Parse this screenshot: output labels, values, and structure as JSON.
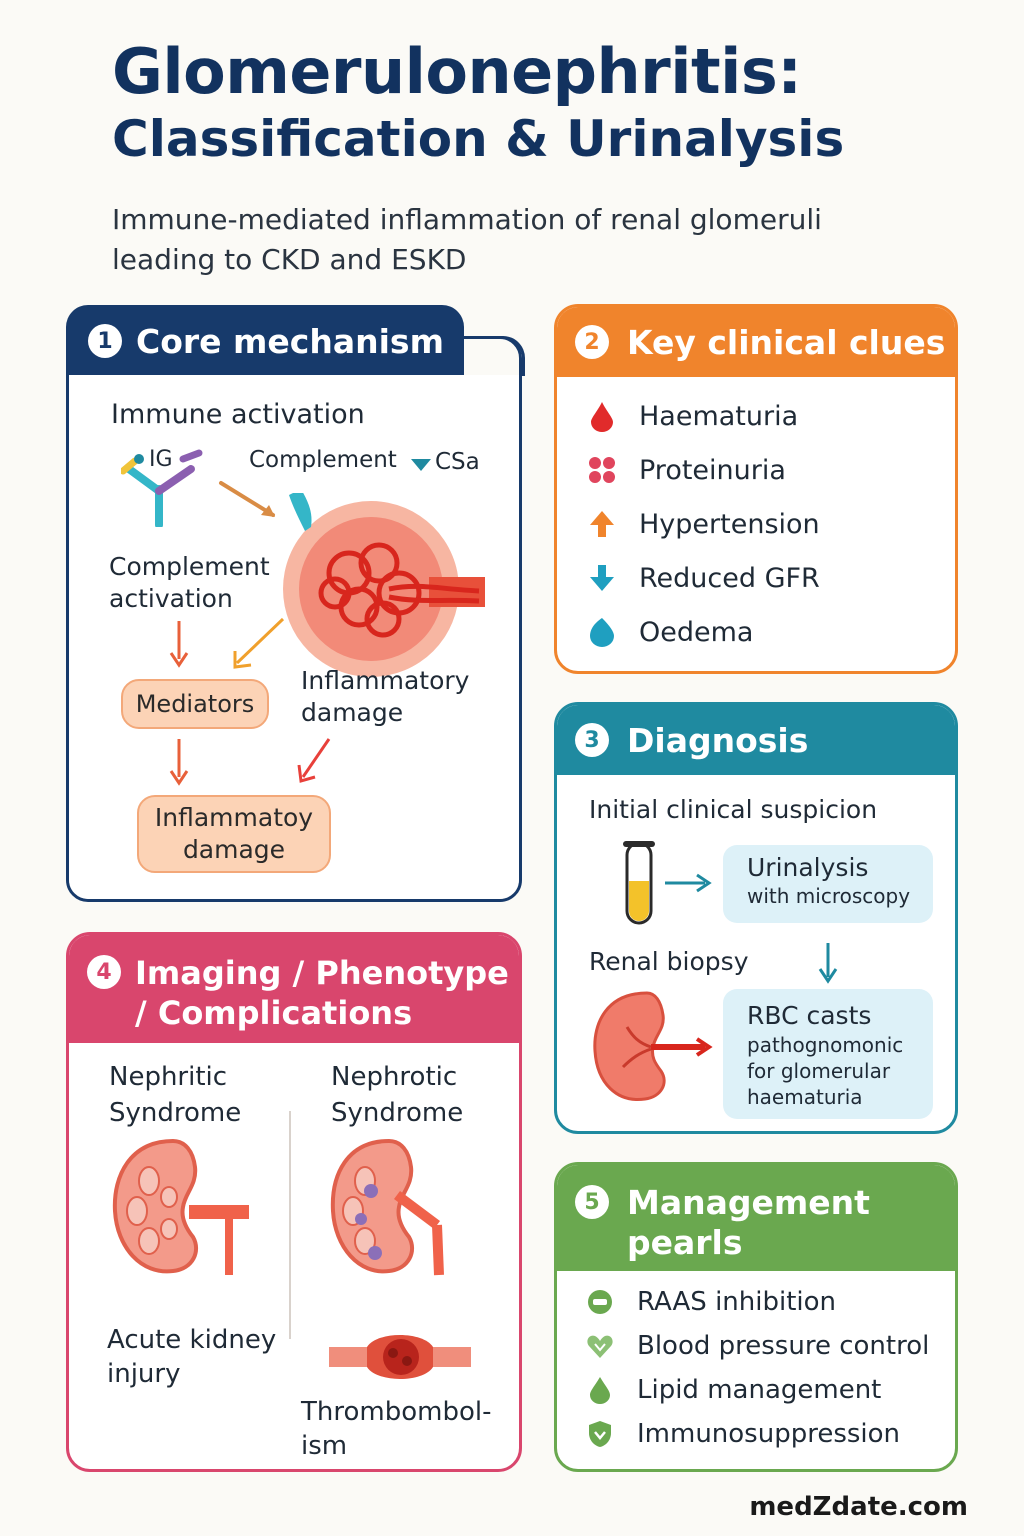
{
  "title": {
    "line1": "Glomerulonephritis:",
    "line2": "Classification & Urinalysis"
  },
  "subtitle": "Immune-mediated inflammation of renal glomeruli leading to CKD and ESKD",
  "panel1": {
    "number": "1",
    "title": "Core mechanism",
    "immune_activation": "Immune activation",
    "ig_label": "IG",
    "complement_label": "Complement",
    "c5a_label": "CSa",
    "complement_activation": "Complement activation",
    "mediators": "Mediators",
    "inflammatory_damage": "Inflammatory damage",
    "inflammatory_damage_box": "Inflammatoy damage"
  },
  "panel2": {
    "number": "2",
    "title": "Key clinical clues",
    "items": [
      "Haematuria",
      "Proteinuria",
      "Hypertension",
      "Reduced GFR",
      "Oedema"
    ]
  },
  "panel3": {
    "number": "3",
    "title": "Diagnosis",
    "initial": "Initial clinical suspicion",
    "urinalysis_title": "Urinalysis",
    "urinalysis_sub": "with microscopy",
    "biopsy": "Renal biopsy",
    "rbc_title": "RBC casts",
    "rbc_sub": "pathognomonic for glomerular haematuria"
  },
  "panel4": {
    "number": "4",
    "title_line1": "Imaging / Phenotype",
    "title_line2": "/ Complications",
    "nephritic": "Nephritic Syndrome",
    "nephrotic": "Nephrotic Syndrome",
    "aki": "Acute kidney injury",
    "thrombo": "Thrombombol- ism"
  },
  "panel5": {
    "number": "5",
    "title_line1": "Management",
    "title_line2": "pearls",
    "items": [
      "RAAS inhibition",
      "Blood pressure control",
      "Lipid management",
      "Immunosuppression"
    ]
  },
  "footer": "medZdate.com",
  "colors": {
    "navy": "#173a6b",
    "orange": "#f0842c",
    "teal": "#1f8aa0",
    "pink": "#d9466d",
    "green": "#6aa84f"
  }
}
